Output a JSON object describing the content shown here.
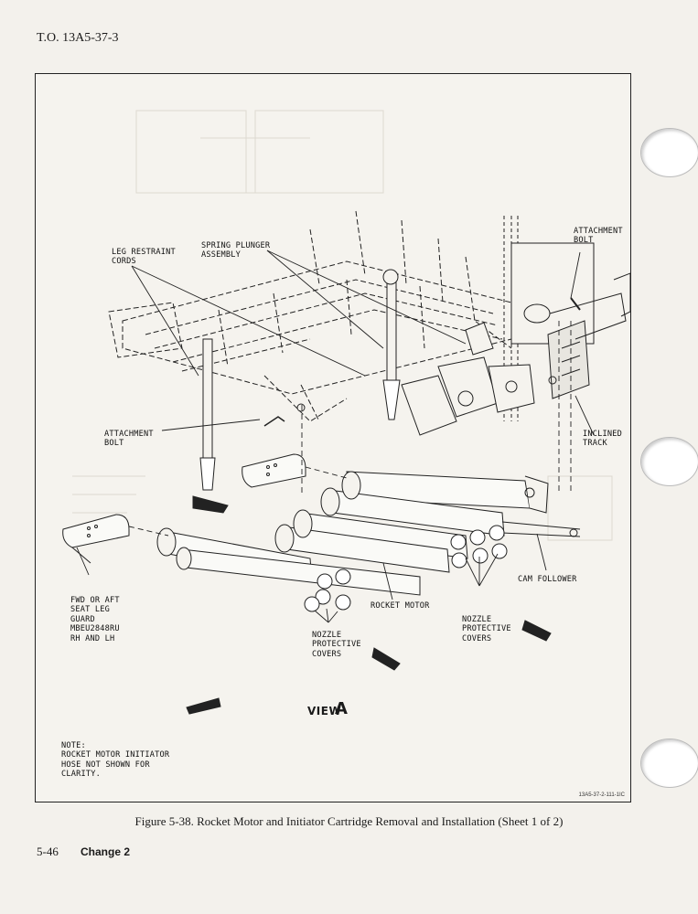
{
  "header": {
    "doc_number": "T.O. 13A5-37-3"
  },
  "figure": {
    "labels": {
      "leg_restraint_cords": "LEG RESTRAINT\nCORDS",
      "spring_plunger": "SPRING PLUNGER\nASSEMBLY",
      "attachment_bolt_top": "ATTACHMENT\nBOLT",
      "attachment_bolt_left": "ATTACHMENT\nBOLT",
      "inclined_track": "INCLINED\nTRACK",
      "seat_leg_guard": "FWD OR AFT\nSEAT LEG\nGUARD\nMBEU2848RU\nRH AND LH",
      "cam_follower": "CAM FOLLOWER",
      "rocket_motor": "ROCKET MOTOR",
      "nozzle_covers_center": "NOZZLE\nPROTECTIVE\nCOVERS",
      "nozzle_covers_right": "NOZZLE\nPROTECTIVE\nCOVERS",
      "note": "NOTE:\nROCKET MOTOR INITIATOR\nHOSE NOT SHOWN FOR\nCLARITY.",
      "view_word": "VIEW",
      "view_letter": "A"
    },
    "figure_id": "13A5-37-2-111-1IC",
    "caption": "Figure 5-38. Rocket Motor and Initiator Cartridge Removal and Installation (Sheet 1 of 2)"
  },
  "footer": {
    "page_number": "5-46",
    "change": "Change 2"
  }
}
